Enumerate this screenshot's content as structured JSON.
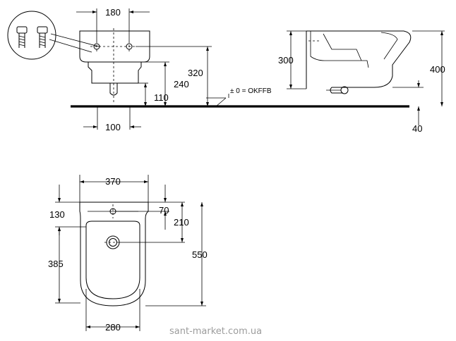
{
  "front_view": {
    "width_180": "180",
    "height_320": "320",
    "height_240": "240",
    "height_110": "110",
    "drain_100": "100"
  },
  "floor_reference": {
    "label": "± 0 = OKFFB"
  },
  "side_view": {
    "height_300": "300",
    "height_400": "400",
    "offset_40": "40"
  },
  "top_view": {
    "width_370": "370",
    "depth_130": "130",
    "depth_70": "70",
    "depth_210": "210",
    "depth_385": "385",
    "depth_550": "550",
    "width_280": "280"
  },
  "watermark": {
    "text": "sant-market.com.ua"
  },
  "icons": {
    "fixing_detail": "wall-fixing-bolt-icon"
  }
}
